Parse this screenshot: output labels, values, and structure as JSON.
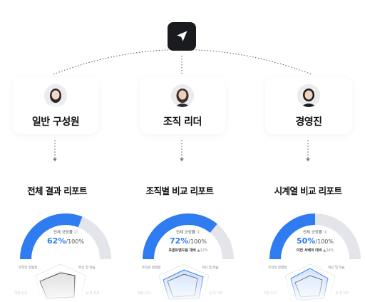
{
  "roles": [
    {
      "name": "일반 구성원"
    },
    {
      "name": "조직 리더"
    },
    {
      "name": "경영진"
    }
  ],
  "reports": [
    {
      "title": "전체 결과 리포트",
      "gauge": {
        "label": "전체 긍정률",
        "value": "62%",
        "of": "/100%",
        "fraction": 0.62
      },
      "note": "",
      "note_sub": "",
      "radar_labels": [
        "조직의 방향성",
        "혁신 및 학습",
        "역량 인식",
        "성 과 지표"
      ]
    },
    {
      "title": "조직별 비교 리포트",
      "gauge": {
        "label": "전체 긍정률",
        "value": "72%",
        "of": "/100%",
        "fraction": 0.72
      },
      "note": "프론트엔드팀 대비",
      "note_sub": "▲12%",
      "radar_labels": [
        "조직의 방향성",
        "혁신 및 학습",
        "역량 인식",
        "성 과 지표"
      ]
    },
    {
      "title": "시계열 비교 리포트",
      "gauge": {
        "label": "전체 긍정률",
        "value": "50%",
        "of": "/100%",
        "fraction": 0.5
      },
      "note": "이전 서베이 대비",
      "note_sub": "▲24%",
      "radar_labels": [
        "조직의 방향성",
        "혁신 및 학습",
        "역량 인식",
        "성 과 지표"
      ]
    }
  ],
  "colors": {
    "accent": "#2f7bf0",
    "track": "#e3e5ea",
    "dark": "#1a1b1f"
  }
}
